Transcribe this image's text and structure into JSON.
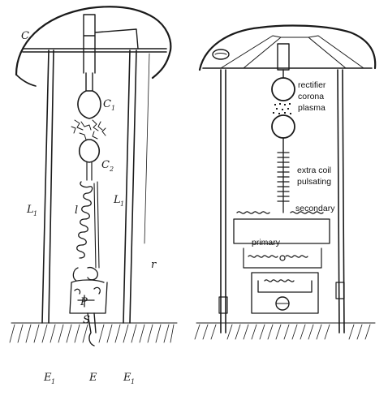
{
  "left_diagram": {
    "labels": {
      "C": "C",
      "C1": "C",
      "C1_sub": "1",
      "C2": "C",
      "C2_sub": "2",
      "L1_left": "L",
      "L1_left_sub": "1",
      "L1_right": "L",
      "L1_right_sub": "1",
      "l": "l",
      "S": "S",
      "P": "P",
      "E1_left": "E",
      "E1_left_sub": "1",
      "E": "E",
      "E1_right": "E",
      "E1_right_sub": "1",
      "r": "r"
    }
  },
  "right_diagram": {
    "labels": {
      "rectifier": "rectifier",
      "corona": "corona",
      "plasma": "plasma",
      "extra_coil": "extra coil",
      "pulsating": "pulsating",
      "secondary": "secondary",
      "primary": "primary"
    }
  },
  "colors": {
    "ink": "#1a1a1a",
    "paper": "#ffffff"
  }
}
